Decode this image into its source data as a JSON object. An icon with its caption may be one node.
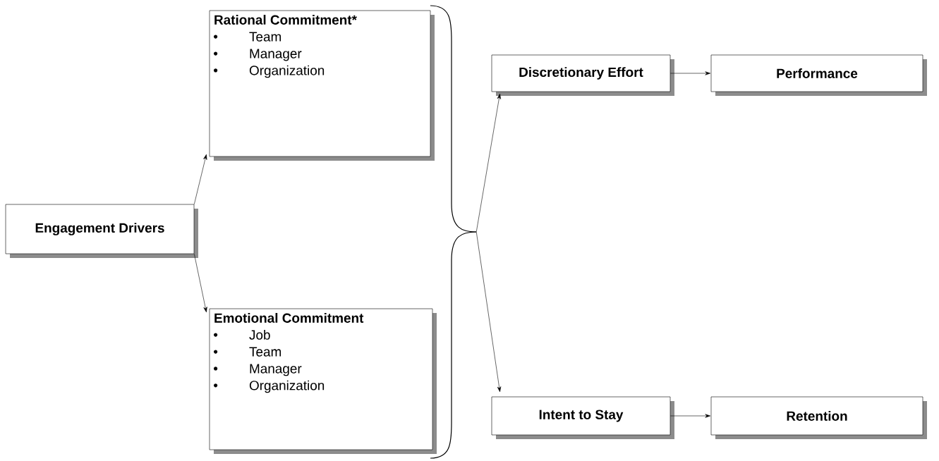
{
  "diagram": {
    "nodes": [
      {
        "text": [
          "Engagement Drivers"
        ]
      },
      {
        "text": [
          "Rational Commitment*",
          "Team",
          "Manager",
          "Organization"
        ]
      },
      {
        "text": [
          "Emotional Commitment",
          "Job",
          "Team",
          "Manager",
          "Organization"
        ]
      },
      {
        "text": [],
        "shape": "brace"
      },
      {
        "text": [
          "Discretionary Effort"
        ]
      },
      {
        "text": [
          "Performance"
        ]
      },
      {
        "text": [
          "Intent to Stay"
        ]
      },
      {
        "text": [
          "Retention"
        ]
      }
    ],
    "edges": [
      {
        "from": 0,
        "to": 1,
        "arrow": "to"
      },
      {
        "from": 0,
        "to": 2,
        "arrow": "to"
      },
      {
        "from": 3,
        "to": 4,
        "arrow": "to"
      },
      {
        "from": 3,
        "to": 6,
        "arrow": "to"
      },
      {
        "from": 4,
        "to": 5,
        "arrow": "to"
      },
      {
        "from": 6,
        "to": 7,
        "arrow": "to"
      }
    ]
  }
}
